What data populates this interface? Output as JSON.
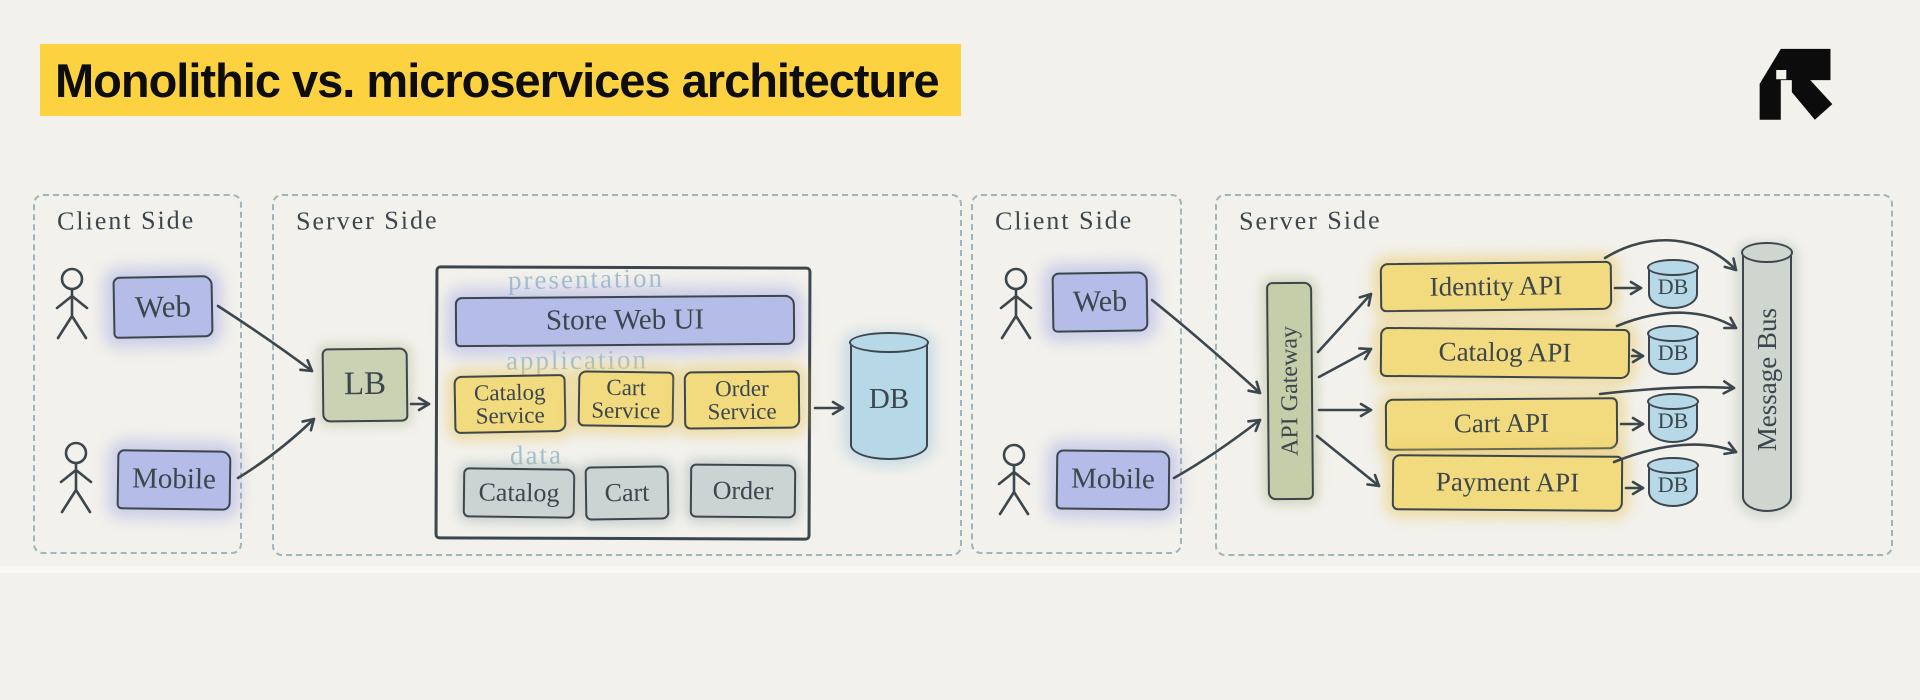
{
  "title": "Monolithic vs. microservices architecture",
  "logo": "roadmap-r-logo",
  "colors": {
    "background": "#f2f1ec",
    "title_highlight": "#fcd241",
    "ink": "#3c464d",
    "dashed_border": "#9fb5bc",
    "layer_label": "#a5c0cb",
    "purple_fill": "#b6bce8",
    "yellow_fill": "#f2da7e",
    "green_fill": "#cbd1b3",
    "gray_fill": "#ccd3d3",
    "db_blue_fill": "#b7d8e6",
    "bus_fill": "#cfd6d0"
  },
  "monolithic": {
    "client": {
      "title": "Client Side",
      "web": "Web",
      "mobile": "Mobile"
    },
    "server": {
      "title": "Server Side",
      "load_balancer": "LB",
      "monolith": {
        "presentation_layer": "presentation",
        "store_ui": "Store Web UI",
        "application_layer": "application",
        "services": [
          "Catalog Service",
          "Cart Service",
          "Order Service"
        ],
        "data_layer": "data",
        "data_stores": [
          "Catalog",
          "Cart",
          "Order"
        ]
      },
      "database": "DB"
    }
  },
  "microservices": {
    "client": {
      "title": "Client Side",
      "web": "Web",
      "mobile": "Mobile"
    },
    "server": {
      "title": "Server Side",
      "gateway": "API Gateway",
      "apis": [
        "Identity API",
        "Catalog API",
        "Cart API",
        "Payment API"
      ],
      "api_db": "DB",
      "message_bus": "Message Bus"
    }
  }
}
